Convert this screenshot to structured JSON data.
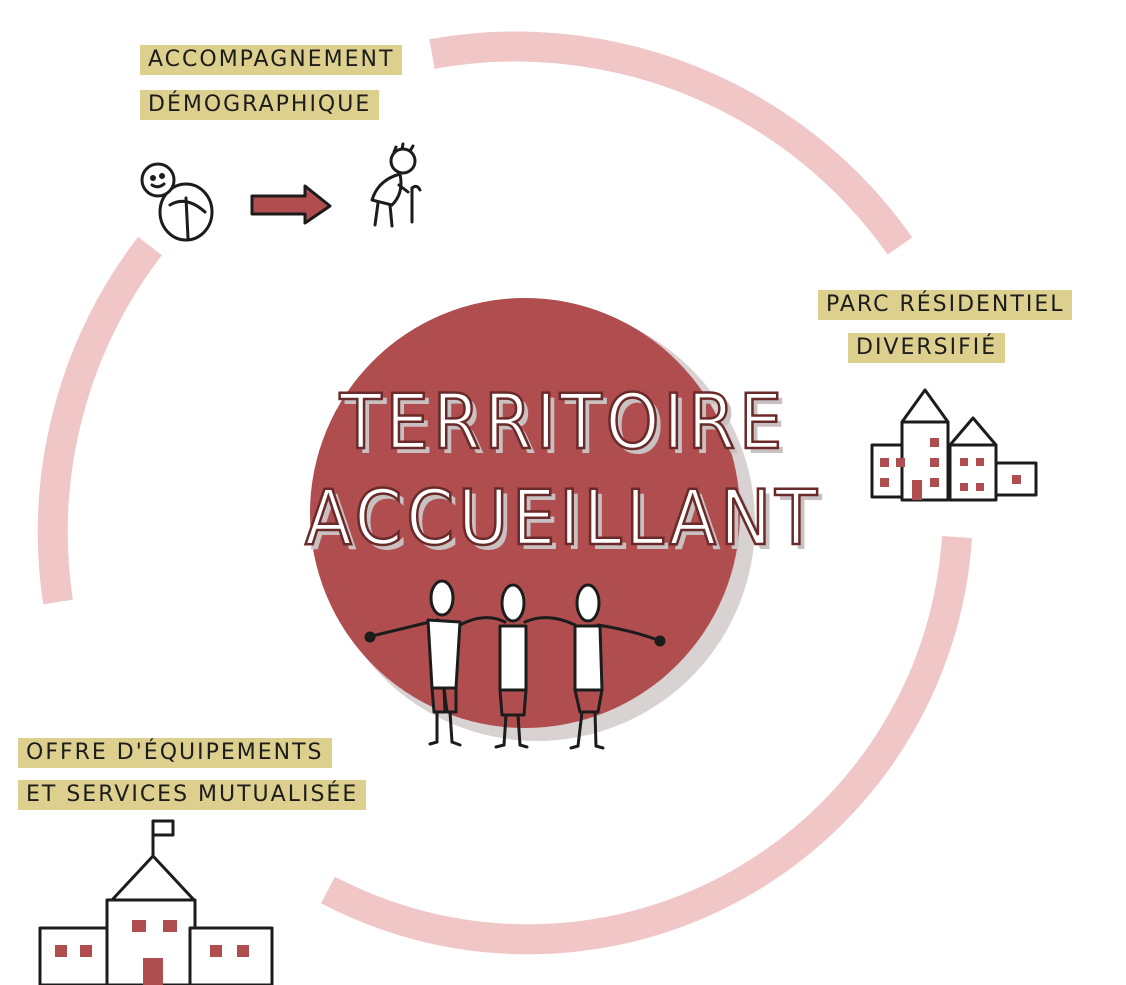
{
  "center": {
    "title_line1": "TERRITOIRE",
    "title_line2": "ACCUEILLANT"
  },
  "topics": [
    {
      "id": "demographie",
      "line1": "ACCOMPAGNEMENT",
      "line2": "DÉMOGRAPHIQUE",
      "icon": "baby-to-elder-icon"
    },
    {
      "id": "residentiel",
      "line1": "PARC RÉSIDENTIEL",
      "line2": "DIVERSIFIÉ",
      "icon": "houses-icon"
    },
    {
      "id": "equipements",
      "line1": "OFFRE D'ÉQUIPEMENTS",
      "line2": "ET SERVICES MUTUALISÉE",
      "icon": "public-building-icon"
    }
  ],
  "colors": {
    "ring": "#f0c6c7",
    "center_disc": "#b04e4f",
    "highlight": "#ddd08e",
    "accent_fill": "#b04e4f",
    "ink": "#1c1c1c"
  }
}
